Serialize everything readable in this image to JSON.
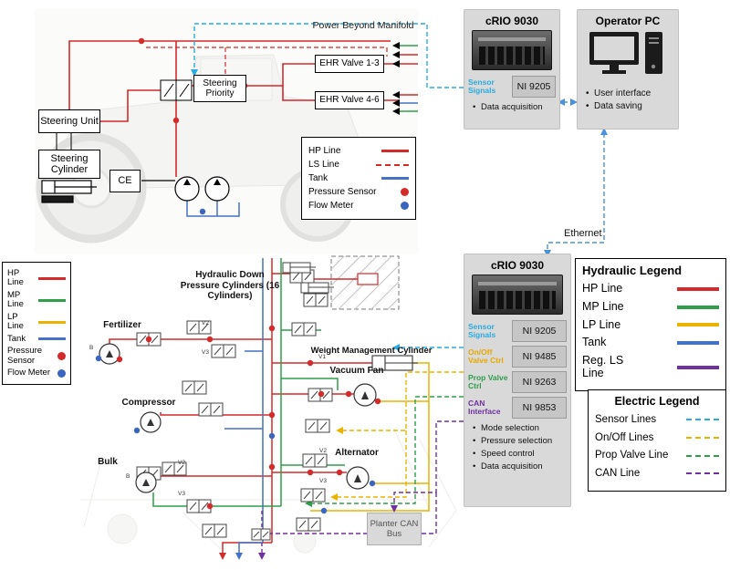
{
  "top": {
    "power_beyond": "Power Beyond Manifold",
    "steering_priority": "Steering Priority",
    "ehr_valve_13": "EHR Valve 1-3",
    "ehr_valve_46": "EHR Valve 4-6",
    "steering_unit": "Steering Unit",
    "steering_cylinder": "Steering Cylinder",
    "ce": "CE",
    "crio1": {
      "title": "cRIO 9030",
      "modules": [
        {
          "signal": "Sensor Signals",
          "module": "NI 9205",
          "color": "#29abe2"
        }
      ],
      "bullets": [
        "Data acquisition"
      ]
    },
    "operator_pc": {
      "title": "Operator PC",
      "bullets": [
        "User interface",
        "Data saving"
      ]
    }
  },
  "ethernet": "Ethernet",
  "top_legend": {
    "entries": [
      {
        "label": "HP Line",
        "color": "#d42a2a",
        "kind": "solid"
      },
      {
        "label": "LS Line",
        "color": "#d42a2a",
        "kind": "dashed"
      },
      {
        "label": "Tank",
        "color": "#4472c4",
        "kind": "solid"
      },
      {
        "label": "Pressure Sensor",
        "color": "#d42a2a",
        "kind": "dot"
      },
      {
        "label": "Flow Meter",
        "color": "#3a66c0",
        "kind": "dot"
      }
    ]
  },
  "bottom_legend": {
    "entries": [
      {
        "label": "HP Line",
        "color": "#d42a2a",
        "kind": "solid"
      },
      {
        "label": "MP Line",
        "color": "#2e9e49",
        "kind": "solid"
      },
      {
        "label": "LP Line",
        "color": "#e8b400",
        "kind": "solid"
      },
      {
        "label": "Tank",
        "color": "#4472c4",
        "kind": "solid"
      },
      {
        "label": "Pressure\nSensor",
        "color": "#d42a2a",
        "kind": "dot"
      },
      {
        "label": "Flow Meter",
        "color": "#3a66c0",
        "kind": "dot"
      }
    ]
  },
  "bottom": {
    "down_pressure": "Hydraulic Down Pressure Cylinders (16 Cylinders)",
    "fertilizer": "Fertilizer",
    "compressor": "Compressor",
    "bulk": "Bulk",
    "weight_mgmt": "Weight Management Cylinder",
    "vacuum_fan": "Vacuum Fan",
    "alternator": "Alternator",
    "planter_can": "Planter CAN Bus",
    "crio2": {
      "title": "cRIO 9030",
      "modules": [
        {
          "signal": "Sensor Signals",
          "module": "NI 9205",
          "color": "#29abe2"
        },
        {
          "signal": "On/Off Valve Ctrl",
          "module": "NI 9485",
          "color": "#e8a800"
        },
        {
          "signal": "Prop Valve Ctrl",
          "module": "NI 9263",
          "color": "#2e9e49"
        },
        {
          "signal": "CAN Interface",
          "module": "NI 9853",
          "color": "#7030a0"
        }
      ],
      "bullets": [
        "Mode selection",
        "Pressure selection",
        "Speed control",
        "Data acquisition"
      ]
    }
  },
  "hydraulic_legend": {
    "title": "Hydraulic Legend",
    "entries": [
      {
        "label": "HP Line",
        "color": "#d42a2a",
        "kind": "thick"
      },
      {
        "label": "MP Line",
        "color": "#2e9e49",
        "kind": "thick"
      },
      {
        "label": "LP Line",
        "color": "#e8b400",
        "kind": "thick"
      },
      {
        "label": "Tank",
        "color": "#4472c4",
        "kind": "thick"
      },
      {
        "label": "Reg. LS\nLine",
        "color": "#7030a0",
        "kind": "thick"
      }
    ]
  },
  "electric_legend": {
    "title": "Electric Legend",
    "entries": [
      {
        "label": "Sensor Lines",
        "color": "#29abe2",
        "kind": "dashed"
      },
      {
        "label": "On/Off Lines",
        "color": "#e8b400",
        "kind": "dashed"
      },
      {
        "label": "Prop Valve Line",
        "color": "#2e9e49",
        "kind": "dashed"
      },
      {
        "label": "CAN Line",
        "color": "#7030a0",
        "kind": "dashed"
      }
    ]
  },
  "valve_tags": {
    "v1": "V1",
    "v2": "V2",
    "v3": "V3",
    "b": "B"
  }
}
